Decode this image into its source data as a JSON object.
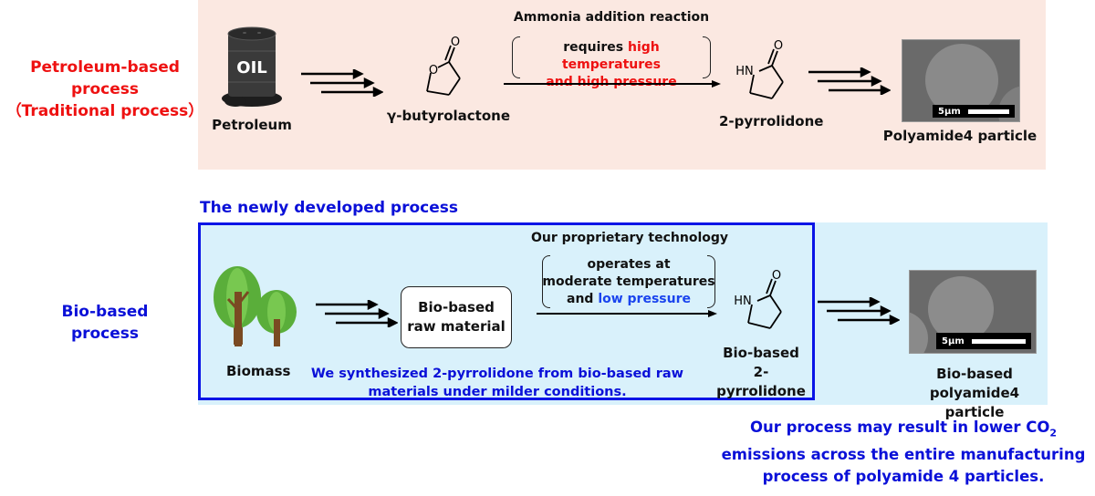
{
  "colors": {
    "traditional_panel_bg": "#fbe8e1",
    "bio_panel_bg": "#d9f1fb",
    "highlight_red": "#ee1111",
    "highlight_blue": "#0a10d8",
    "new_process_border": "#0a14e6"
  },
  "traditional": {
    "side_label": [
      "Petroleum-based",
      "process",
      "（Traditional process）"
    ],
    "petroleum": {
      "icon": "oil-barrel-icon",
      "barrel_text": "OIL",
      "label": "Petroleum"
    },
    "gbl": {
      "label": "γ-butyrolactone"
    },
    "reaction": {
      "title": "Ammonia addition reaction",
      "condition_prefix": "requires ",
      "condition_highlight_1": "high temperatures",
      "condition_highlight_2": "and high pressure"
    },
    "pyrrolidone": {
      "label": "2-pyrrolidone",
      "atom_hn": "HN",
      "atom_o": "O"
    },
    "product": {
      "label": "Polyamide4 particle",
      "scale_label": "5μm"
    }
  },
  "bio": {
    "section_title": "The newly developed process",
    "side_label": [
      "Bio-based",
      "process"
    ],
    "biomass": {
      "icon": "trees-icon",
      "label": "Biomass"
    },
    "raw_material": {
      "line1": "Bio-based",
      "line2": "raw material"
    },
    "technology": {
      "title": "Our proprietary technology",
      "line1": "operates at",
      "line2": "moderate temperatures",
      "line3_prefix": "and ",
      "line3_highlight": "low pressure"
    },
    "pyrrolidone": {
      "line1": "Bio-based",
      "line2": "2-pyrrolidone",
      "atom_hn": "HN",
      "atom_o": "O"
    },
    "synthesis_note": [
      "We synthesized 2-pyrrolidone from bio-based raw",
      "materials under milder conditions."
    ],
    "product": {
      "line1": "Bio-based",
      "line2": "polyamide4 particle",
      "scale_label": "5μm"
    }
  },
  "conclusion": {
    "line1_prefix": "Our process may result in lower CO",
    "line1_sub": "2",
    "line2": "emissions across the entire manufacturing",
    "line3": "process of polyamide 4 particles."
  }
}
